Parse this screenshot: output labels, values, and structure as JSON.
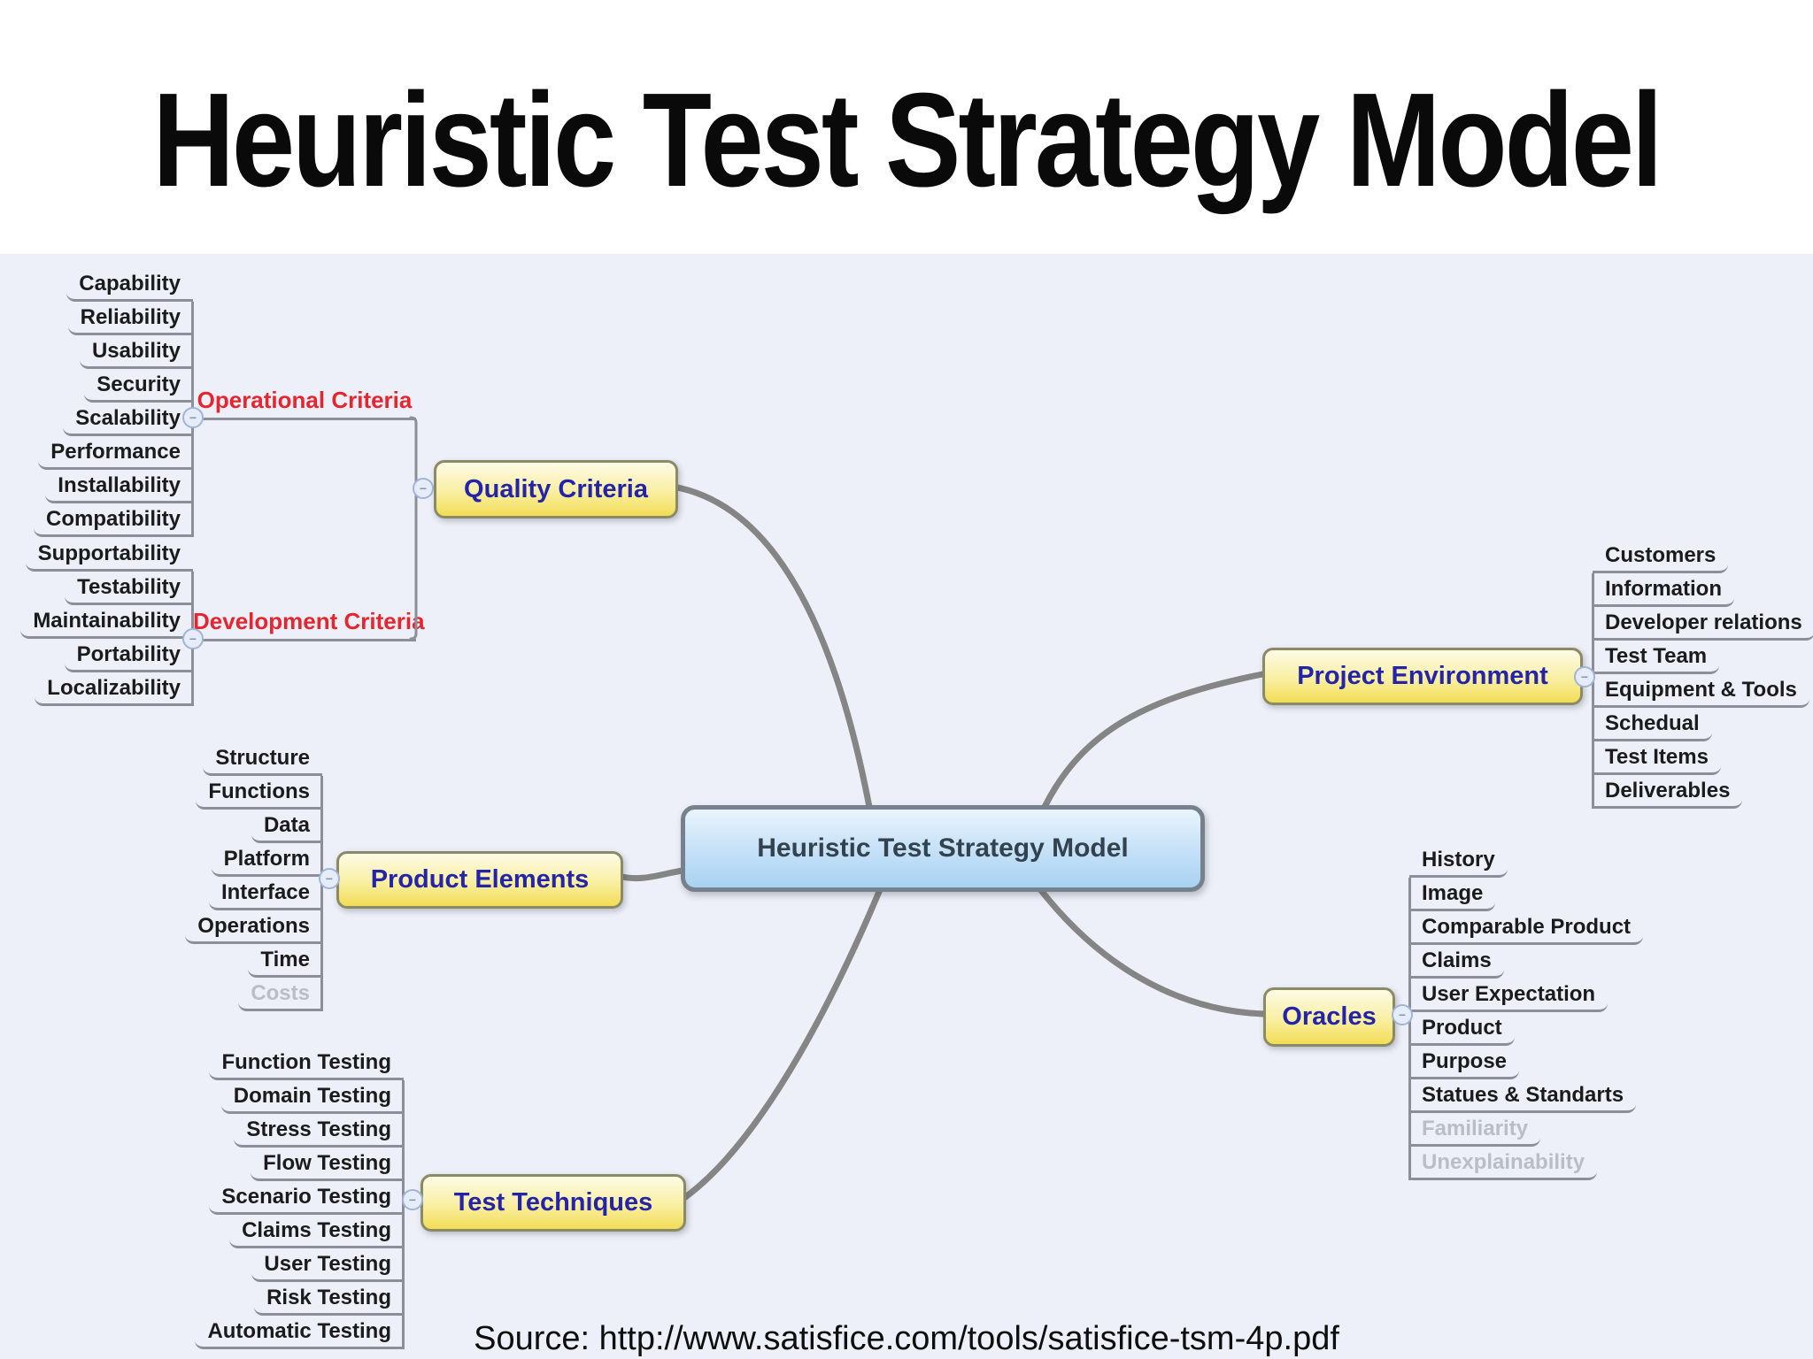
{
  "title": "Heuristic Test Strategy Model",
  "source_note": "Source: http://www.satisfice.com/tools/satisfice-tsm-4p.pdf",
  "center_node": {
    "label": "Heuristic Test Strategy Model"
  },
  "nodes": {
    "quality_criteria": {
      "label": "Quality Criteria"
    },
    "operational_criteria": {
      "label": "Operational Criteria",
      "items": [
        "Capability",
        "Reliability",
        "Usability",
        "Security",
        "Scalability",
        "Performance",
        "Installability",
        "Compatibility"
      ]
    },
    "development_criteria": {
      "label": "Development Criteria",
      "items": [
        "Supportability",
        "Testability",
        "Maintainability",
        "Portability",
        "Localizability"
      ]
    },
    "product_elements": {
      "label": "Product Elements",
      "items": [
        "Structure",
        "Functions",
        "Data",
        "Platform",
        "Interface",
        "Operations",
        "Time",
        "Costs"
      ]
    },
    "test_techniques": {
      "label": "Test Techniques",
      "items": [
        "Function Testing",
        "Domain Testing",
        "Stress Testing",
        "Flow Testing",
        "Scenario Testing",
        "Claims Testing",
        "User Testing",
        "Risk Testing",
        "Automatic Testing"
      ]
    },
    "project_environment": {
      "label": "Project Environment",
      "items": [
        "Customers",
        "Information",
        "Developer relations",
        "Test Team",
        "Equipment & Tools",
        "Schedual",
        "Test Items",
        "Deliverables"
      ]
    },
    "oracles": {
      "label": "Oracles",
      "items": [
        "History",
        "Image",
        "Comparable Product",
        "Claims",
        "User Expectation",
        "Product",
        "Purpose",
        "Statues & Standarts",
        "Familiarity",
        "Unexplainability"
      ]
    }
  },
  "icons": {
    "collapse_glyph": "−"
  },
  "colors": {
    "canvas_background": "#edf0f8",
    "node_yellow_top": "#fdfbe6",
    "node_yellow_bottom": "#f2dd55",
    "node_text_blue": "#2424a8",
    "center_fill_top": "#e9f4fd",
    "center_fill_bottom": "#a9d2f2",
    "center_text": "#33424f",
    "red_label": "#e6252f",
    "muted_text": "#b9bdc6",
    "line_gray": "#8b8f99",
    "curve_gray": "#858585"
  }
}
